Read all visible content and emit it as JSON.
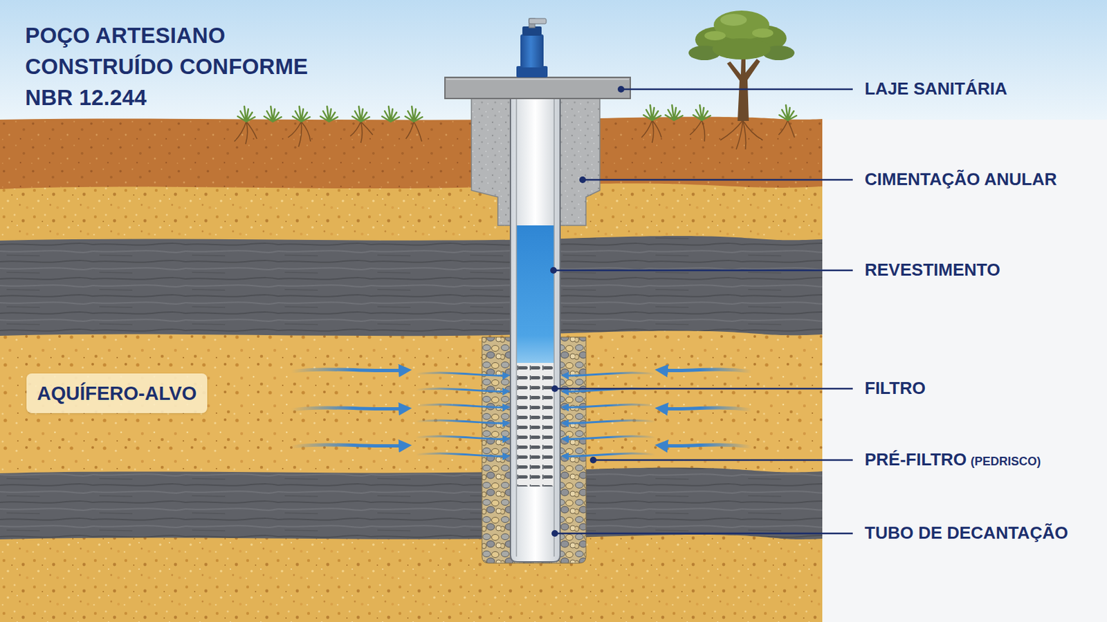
{
  "diagram": {
    "title": "POÇO ARTESIANO CONSTRUÍDO CONFORME NBR 12.244",
    "nodes": [
      {
        "text": [
          "AQUÍFERO-ALVO"
        ]
      }
    ],
    "labels": [
      "LAJE SANITÁRIA",
      "CIMENTAÇÃO ANULAR",
      "REVESTIMENTO",
      "FILTRO",
      "PRÉ-FILTRO",
      "(PEDRISCO)",
      "TUBO DE DECANTAÇÃO"
    ]
  }
}
